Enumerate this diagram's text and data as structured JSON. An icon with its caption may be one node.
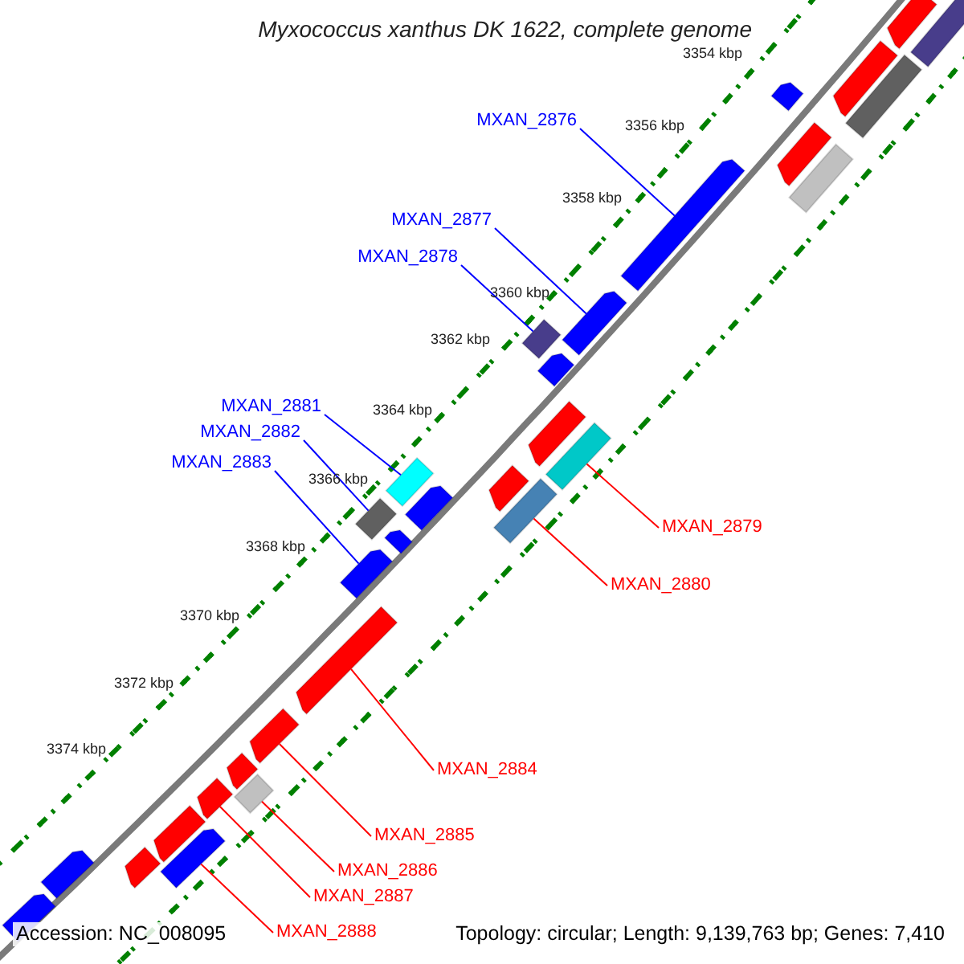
{
  "diagram": {
    "title": "Myxococcus xanthus DK 1622, complete genome",
    "nodes": [
      {
        "text": [
          "MXAN_2876"
        ]
      },
      {
        "text": [
          "MXAN_2877"
        ]
      },
      {
        "text": [
          "MXAN_2878"
        ]
      },
      {
        "text": [
          "MXAN_2881"
        ]
      },
      {
        "text": [
          "MXAN_2882"
        ]
      },
      {
        "text": [
          "MXAN_2883"
        ]
      },
      {
        "text": [
          "MXAN_2879"
        ]
      },
      {
        "text": [
          "MXAN_2880"
        ]
      },
      {
        "text": [
          "MXAN_2884"
        ]
      },
      {
        "text": [
          "MXAN_2885"
        ]
      },
      {
        "text": [
          "MXAN_2886"
        ]
      },
      {
        "text": [
          "MXAN_2887"
        ]
      },
      {
        "text": [
          "MXAN_2888"
        ]
      },
      {
        "text": [],
        "shape": "arrow"
      },
      {
        "text": [],
        "shape": "arrow"
      },
      {
        "text": [],
        "shape": "box"
      },
      {
        "text": [],
        "shape": "box"
      },
      {
        "text": [],
        "shape": "box"
      },
      {
        "text": [],
        "shape": "arrow"
      },
      {
        "text": [],
        "shape": "box"
      },
      {
        "text": [],
        "shape": "box"
      },
      {
        "text": [],
        "shape": "arrow"
      },
      {
        "text": [],
        "shape": "arrow"
      },
      {
        "text": [],
        "shape": "box"
      },
      {
        "text": [],
        "shape": "arrow"
      },
      {
        "text": [],
        "shape": "arrow"
      },
      {
        "text": [],
        "shape": "arrow"
      },
      {
        "text": [],
        "shape": "arrow"
      },
      {
        "text": [],
        "shape": "arrow"
      },
      {
        "text": [],
        "shape": "arrow"
      },
      {
        "text": [],
        "shape": "arrow"
      },
      {
        "text": [],
        "shape": "arrow"
      },
      {
        "text": [],
        "shape": "arrow"
      },
      {
        "text": [],
        "shape": "arrow"
      },
      {
        "text": [],
        "shape": "arrow"
      },
      {
        "text": [],
        "shape": "arrow"
      },
      {
        "text": [],
        "shape": "arrow"
      },
      {
        "text": [],
        "shape": "arrow"
      },
      {
        "text": [],
        "shape": "box"
      },
      {
        "text": [],
        "shape": "arrow"
      },
      {
        "text": [],
        "shape": "box"
      },
      {
        "text": [],
        "shape": "arrow"
      },
      {
        "text": [],
        "shape": "box"
      }
    ],
    "edges": [
      {
        "from": 0,
        "to": 13,
        "arrow": "none",
        "color": "#0000ff"
      },
      {
        "from": 1,
        "to": 14,
        "arrow": "none",
        "color": "#0000ff"
      },
      {
        "from": 2,
        "to": 15,
        "arrow": "none",
        "color": "#0000ff"
      },
      {
        "from": 3,
        "to": 16,
        "arrow": "none",
        "color": "#0000ff"
      },
      {
        "from": 4,
        "to": 17,
        "arrow": "none",
        "color": "#0000ff"
      },
      {
        "from": 5,
        "to": 18,
        "arrow": "none",
        "color": "#0000ff"
      },
      {
        "from": 6,
        "to": 19,
        "arrow": "none"
      },
      {
        "from": 7,
        "to": 20,
        "arrow": "none"
      },
      {
        "from": 8,
        "to": 21,
        "arrow": "none"
      },
      {
        "from": 9,
        "to": 22,
        "arrow": "none"
      },
      {
        "from": 10,
        "to": 23,
        "arrow": "none"
      },
      {
        "from": 11,
        "to": 24,
        "arrow": "none"
      },
      {
        "from": 12,
        "to": 25,
        "arrow": "none"
      }
    ],
    "labels": [
      "3354 kbp",
      "3356 kbp",
      "3358 kbp",
      "3360 kbp",
      "3362 kbp",
      "3364 kbp",
      "3366 kbp",
      "3368 kbp",
      "3370 kbp",
      "3372 kbp",
      "3374 kbp",
      "Accession: NC_008095",
      "Topology: circular; Length: 9,139,763 bp; Genes: 7,410"
    ]
  }
}
